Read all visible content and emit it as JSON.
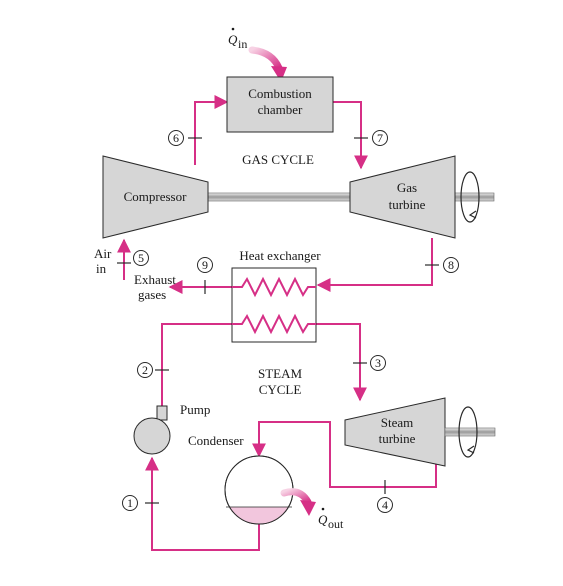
{
  "labels": {
    "q_in_main": "Q",
    "q_in_sub": "in",
    "combustion_line1": "Combustion",
    "combustion_line2": "chamber",
    "gas_cycle": "GAS CYCLE",
    "compressor": "Compressor",
    "gas_turbine_line1": "Gas",
    "gas_turbine_line2": "turbine",
    "air_line1": "Air",
    "air_line2": "in",
    "exhaust_line1": "Exhaust",
    "exhaust_line2": "gases",
    "heat_exchanger": "Heat exchanger",
    "steam_cycle_line1": "STEAM",
    "steam_cycle_line2": "CYCLE",
    "pump": "Pump",
    "condenser": "Condenser",
    "steam_turbine_line1": "Steam",
    "steam_turbine_line2": "turbine",
    "q_out_main": "Q",
    "q_out_sub": "out"
  },
  "state_points": [
    "1",
    "2",
    "3",
    "4",
    "5",
    "6",
    "7",
    "8",
    "9"
  ],
  "colors": {
    "flow": "#d62f86",
    "component_fill": "#d6d6d6",
    "outline": "#2a2a2a",
    "condensate": "#f2c6dd"
  }
}
